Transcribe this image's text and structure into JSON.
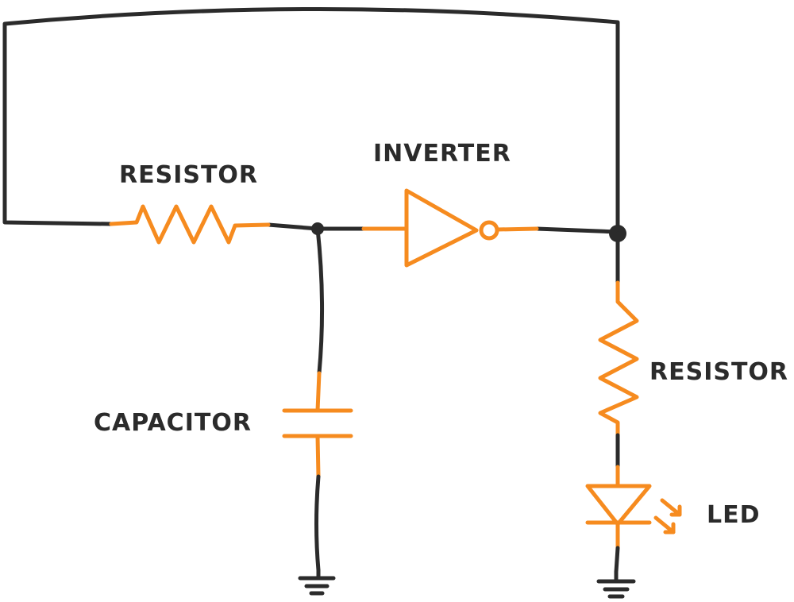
{
  "labels": {
    "resistor_top": "RESISTOR",
    "inverter": "INVERTER",
    "capacitor": "CAPACITOR",
    "resistor_right": "RESISTOR",
    "led": "LED"
  },
  "colors": {
    "wire": "#2b2b2b",
    "component": "#f68b1f",
    "background": "#ffffff"
  }
}
